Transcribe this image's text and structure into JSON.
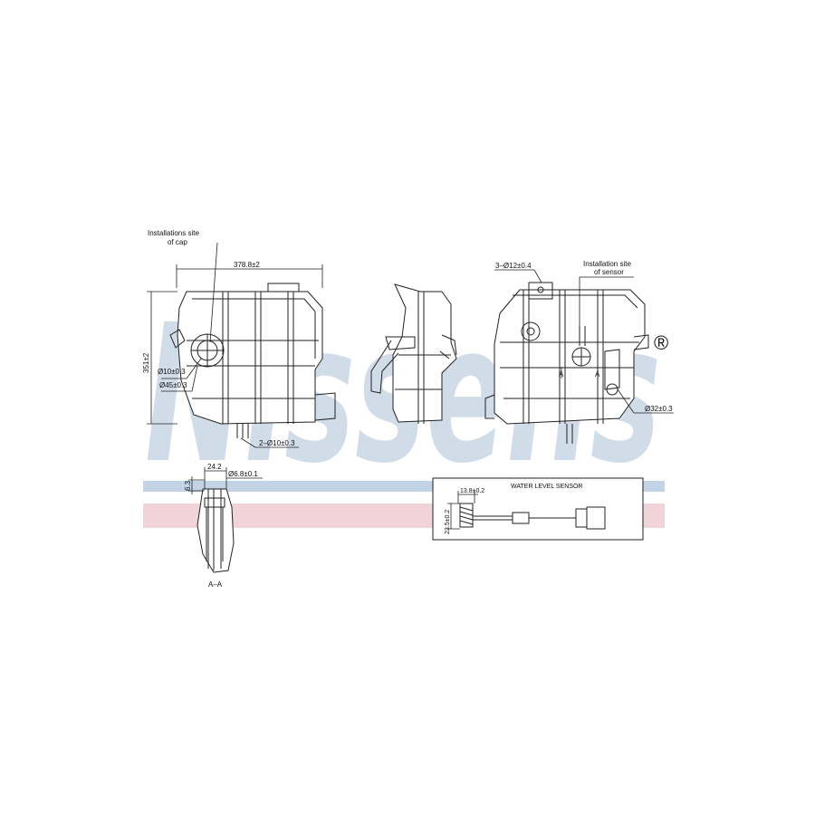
{
  "brand": {
    "watermark_text": "Nissens",
    "registered_mark": "®",
    "watermark_color": "#c9d7e6",
    "band_blue": "#c3d3e6",
    "band_pink": "#f0d4da"
  },
  "front_view": {
    "cap_callout": [
      "Installations site",
      "of cap"
    ],
    "width_dim": "378.8±2",
    "height_dim": "351±2",
    "small_hole_dim": "Ø10±0.3",
    "cap_dim": "Ø45±0.3",
    "pins_dim": "2–Ø10±0.3"
  },
  "right_view": {
    "holes_dim": "3–Ø12±0.4",
    "sensor_callout": [
      "Installation site",
      "of sensor"
    ],
    "section_mark": "A",
    "port_dim": "Ø32±0.3"
  },
  "section_view": {
    "width_dim": "24.2",
    "height_dim": "6.3",
    "pin_dim": "Ø6.8±0.1",
    "caption": "A–A"
  },
  "sensor_box": {
    "title": "WATER LEVEL SENSOR",
    "dia_dim": "13.8±0.2",
    "len_dim": "23.5±0.2"
  }
}
